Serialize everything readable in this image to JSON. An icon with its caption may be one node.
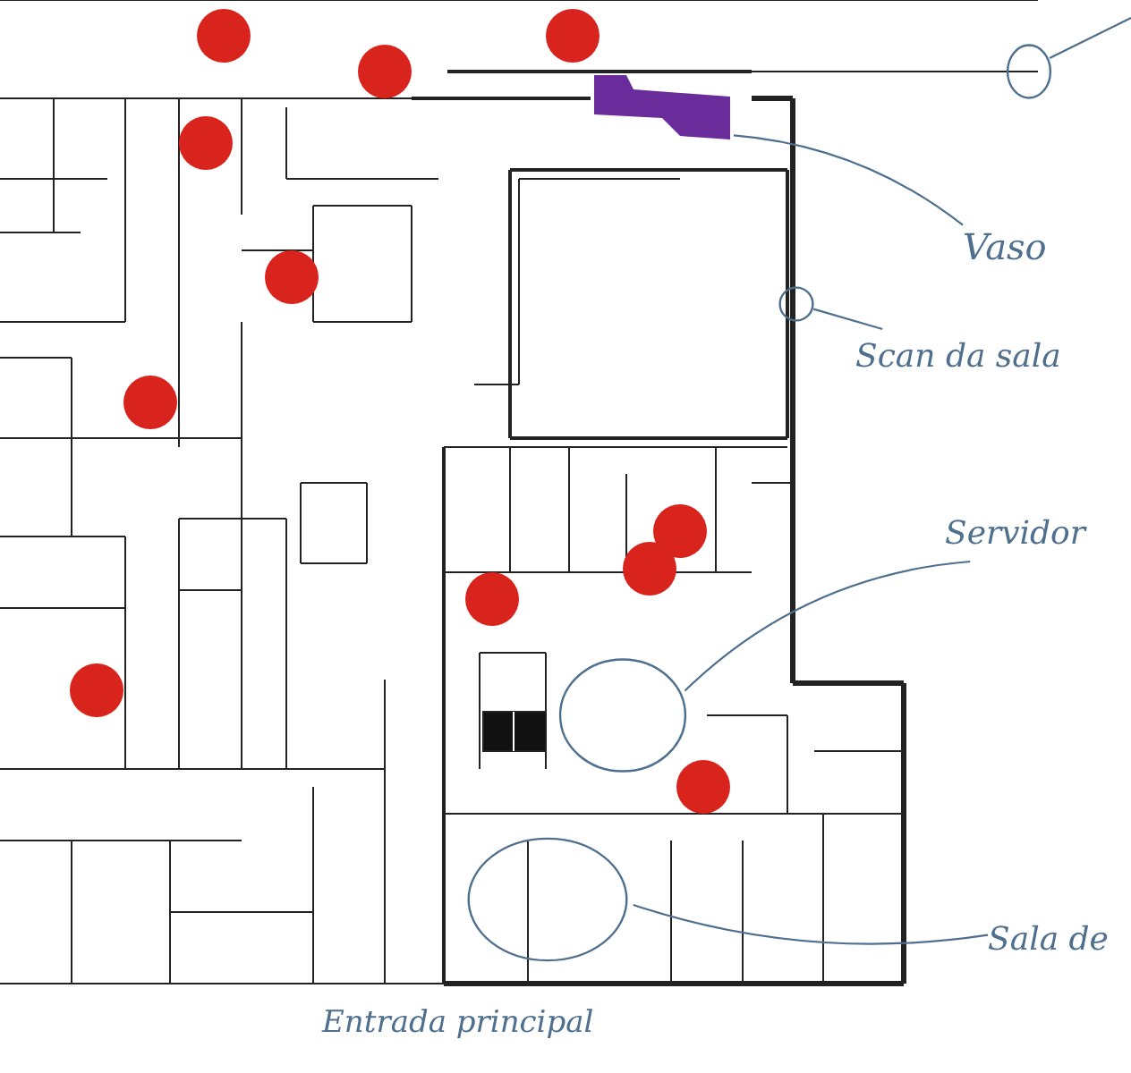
{
  "diagram": {
    "nodes": [
      {
        "text": [
          "Vaso"
        ]
      },
      {
        "text": [],
        "shape": "box"
      },
      {
        "text": [
          "Scan da sala"
        ]
      },
      {
        "text": [],
        "shape": "circle"
      },
      {
        "text": [
          "Servidor"
        ]
      },
      {
        "text": [],
        "shape": "circle"
      },
      {
        "text": [
          "Sala de"
        ]
      },
      {
        "text": [],
        "shape": "circle"
      },
      {
        "text": [],
        "shape": "circle"
      }
    ],
    "edges": [
      {
        "from": 0,
        "to": 1,
        "arrow": "none"
      },
      {
        "from": 2,
        "to": 3,
        "arrow": "none"
      },
      {
        "from": 4,
        "to": 5,
        "arrow": "none"
      },
      {
        "from": 6,
        "to": 7,
        "arrow": "none"
      },
      {
        "from": 8,
        "to": null,
        "arrow": "none"
      }
    ],
    "labels": [
      "Entrada principal"
    ]
  }
}
